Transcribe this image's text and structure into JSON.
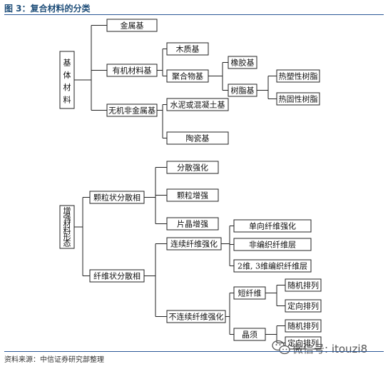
{
  "figure": {
    "title": "图 3：复合材料的分类",
    "source": "资料来源：中信证券研究部整理",
    "highlight_color": "#ff0000",
    "rule_color": "#2b5797"
  },
  "watermark": {
    "text": "微信号: itouzi8",
    "icon": "wechat-icon"
  },
  "diagram": {
    "base_root": "基体材料",
    "metal_base": "金属基",
    "organic_base": "有机材料基",
    "wood_base": "木质基",
    "polymer_base": "聚合物基",
    "rubber_base": "橡胶基",
    "resin_base": "树脂基",
    "thermoplastic_resin": "热塑性树脂",
    "thermoset_resin": "热固性树脂",
    "inorganic_nonmetal_base": "无机非金属基",
    "cement_concrete_base": "水泥或混凝土基",
    "ceramic_base": "陶瓷基",
    "reinforce_root": "增强材料形态",
    "particle_dispersed": "颗粒状分散相",
    "dispersion_strengthening": "分散强化",
    "particle_reinforcement": "颗粒增强",
    "flake_reinforcement": "片晶增强",
    "fiber_dispersed": "纤维状分散相",
    "continuous_fiber": "连续纤维强化",
    "unidirectional_fiber": "单向纤维强化",
    "nonwoven_fiber_layer": "非编织纤维层",
    "woven_2d_3d": "2维, 3维编织纤维层",
    "discontinuous_fiber": "不连续纤维强化",
    "short_fiber": "短纤维",
    "whisker": "晶须",
    "random_1": "随机排列",
    "oriented_1": "定向排列",
    "random_2": "随机排列",
    "oriented_2": "定向排列"
  }
}
